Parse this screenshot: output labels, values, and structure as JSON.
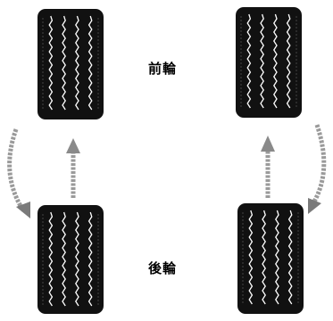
{
  "labels": {
    "front": "前輪",
    "rear": "後輪"
  },
  "tires": [
    {
      "id": "front-left",
      "position": "front"
    },
    {
      "id": "front-right",
      "position": "front"
    },
    {
      "id": "rear-left",
      "position": "rear"
    },
    {
      "id": "rear-right",
      "position": "rear"
    }
  ],
  "colors": {
    "tire": "#111111",
    "tread": "#ffffff",
    "arrow": "#9a9a9a",
    "text": "#000000"
  }
}
